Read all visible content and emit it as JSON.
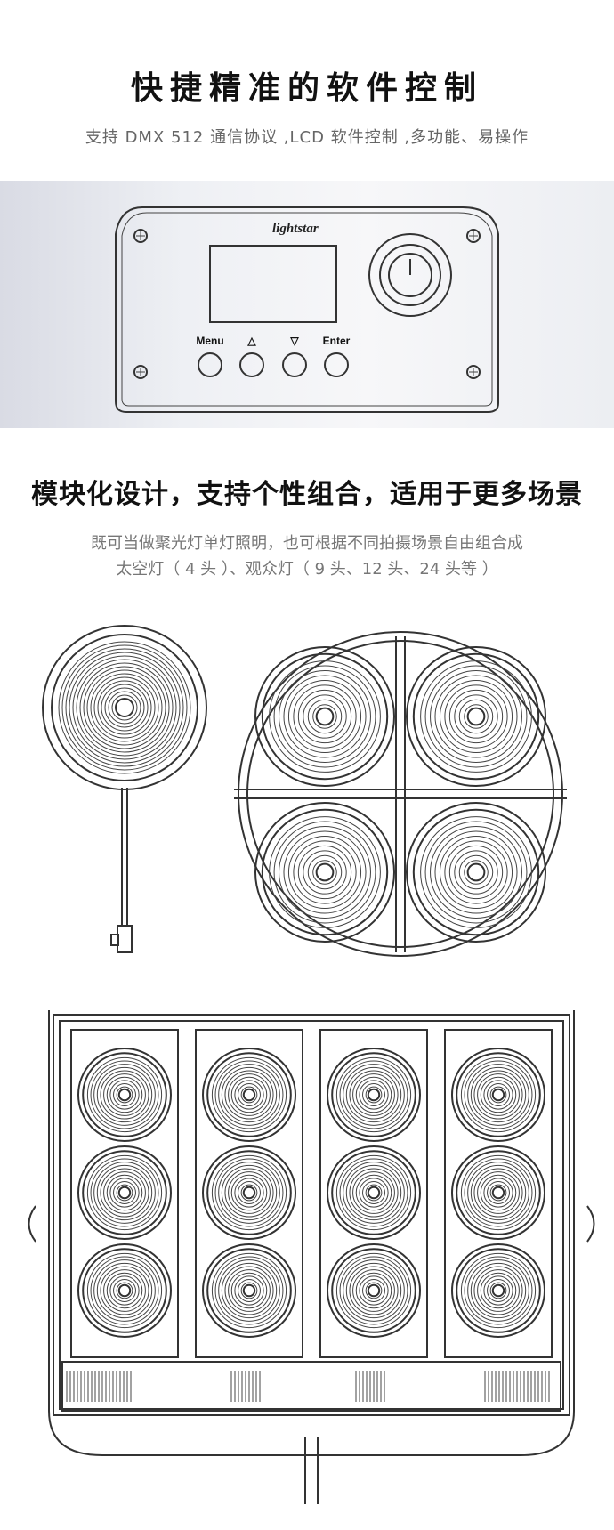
{
  "section1": {
    "title": "快捷精准的软件控制",
    "subtitle": "支持 DMX 512 通信协议 ,LCD 软件控制 ,多功能、易操作"
  },
  "control_panel": {
    "brand": "lightstar",
    "buttons": [
      {
        "label": "Menu"
      },
      {
        "label": "△"
      },
      {
        "label": "▽"
      },
      {
        "label": "Enter"
      }
    ]
  },
  "section2": {
    "title": "模块化设计，支持个性组合，适用于更多场景",
    "subtitle_line1": "既可当做聚光灯单灯照明，也可根据不同拍摄场景自由组合成",
    "subtitle_line2": "太空灯（ 4 头 ）、观众灯（ 9 头、12 头、24 头等 ）"
  },
  "colors": {
    "line": "#333333",
    "band": "#e6e8ee"
  }
}
